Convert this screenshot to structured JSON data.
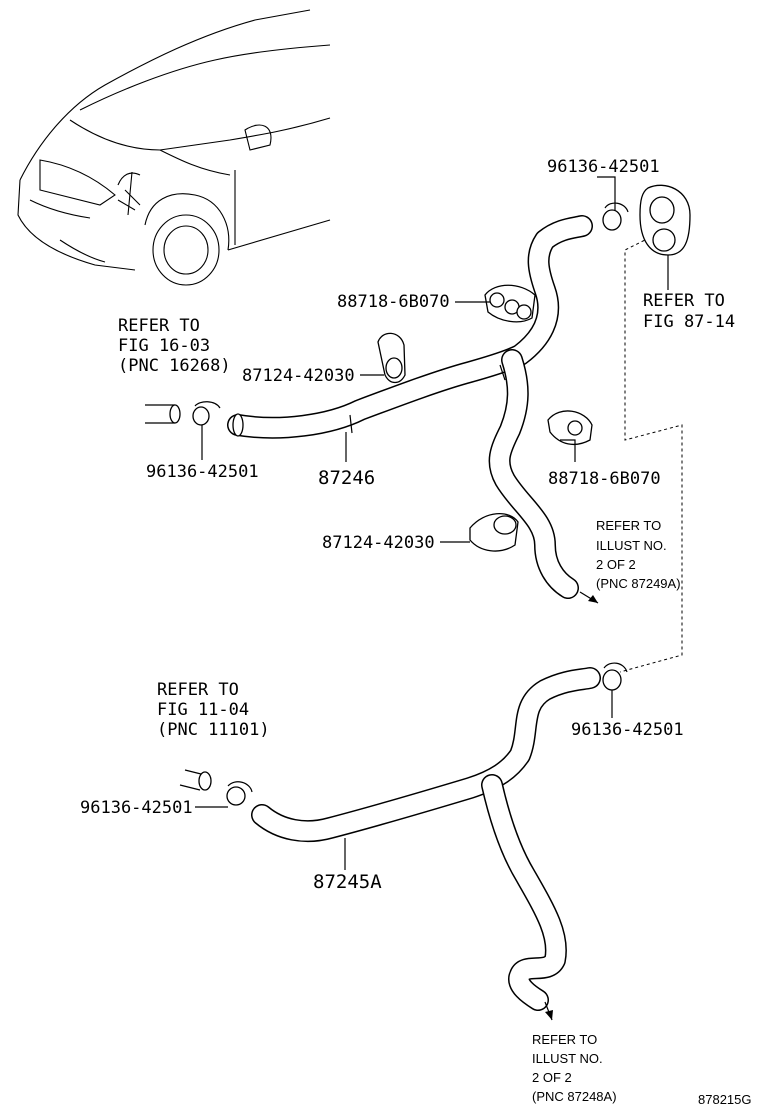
{
  "labels": {
    "clamp_top": "96136-42501",
    "refer_fig_87_14_l1": "REFER TO",
    "refer_fig_87_14_l2": "FIG 87-14",
    "clip_upper": "88718-6B070",
    "refer_fig_16_03_l1": "REFER TO",
    "refer_fig_16_03_l2": "FIG 16-03",
    "refer_fig_16_03_l3": "(PNC 16268)",
    "clamp_87124_upper": "87124-42030",
    "clamp_left_upper": "96136-42501",
    "hose_upper": "87246",
    "clip_lower": "88718-6B070",
    "clamp_87124_lower": "87124-42030",
    "refer_illust_upper_l1": "REFER TO",
    "refer_illust_upper_l2": "ILLUST NO.",
    "refer_illust_upper_l3": "2 OF 2",
    "refer_illust_upper_l4": "(PNC 87249A)",
    "refer_fig_11_04_l1": "REFER TO",
    "refer_fig_11_04_l2": "FIG 11-04",
    "refer_fig_11_04_l3": "(PNC 11101)",
    "clamp_right_lower": "96136-42501",
    "clamp_left_lower": "96136-42501",
    "hose_lower": "87245A",
    "refer_illust_lower_l1": "REFER TO",
    "refer_illust_lower_l2": "ILLUST NO.",
    "refer_illust_lower_l3": "2 OF 2",
    "refer_illust_lower_l4": "(PNC 87248A)",
    "figure_code": "878215G"
  }
}
